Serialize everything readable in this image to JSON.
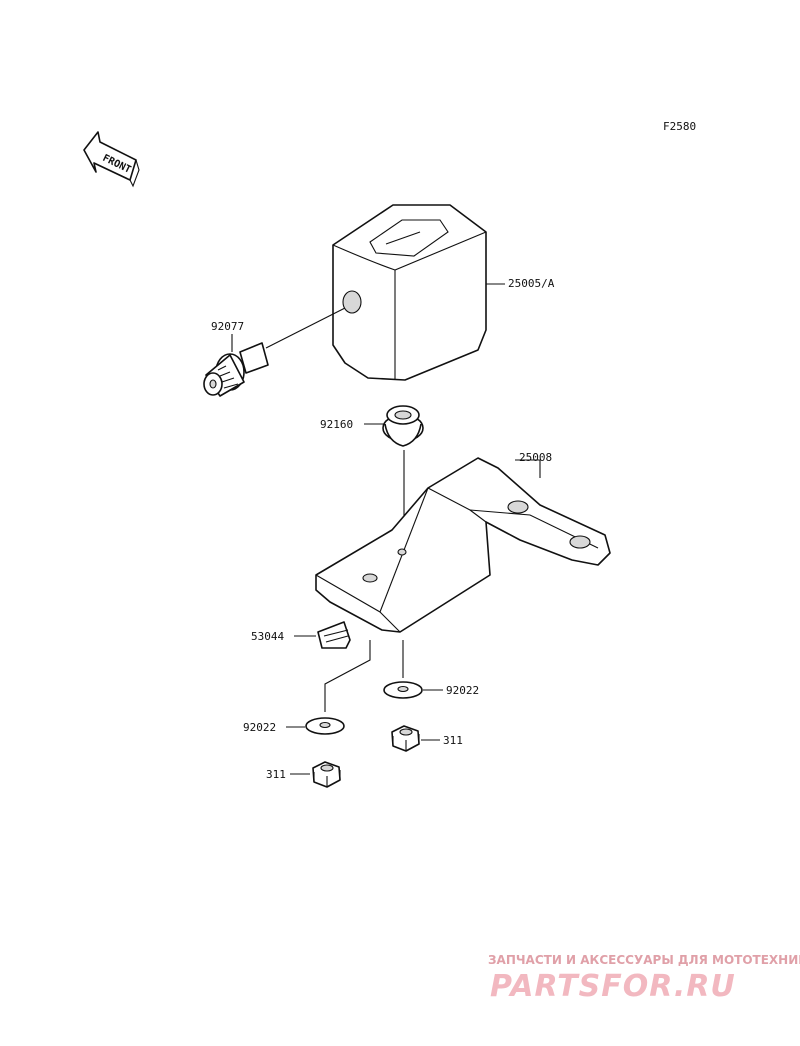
{
  "figure_code": "F2580",
  "front_marker": "FRONT",
  "parts": {
    "meter_cover": "25005/A",
    "gear": "92077",
    "grommet": "92160",
    "bracket": "25008",
    "clip": "53044",
    "washer_left": "92022",
    "washer_right": "92022",
    "nut_left": "311",
    "nut_right": "311"
  },
  "watermark": {
    "subtitle": "ЗАПЧАСТИ И АКСЕССУАРЫ ДЛЯ МОТОТЕХНИКИ",
    "brand": "PARTSFOR.RU"
  }
}
